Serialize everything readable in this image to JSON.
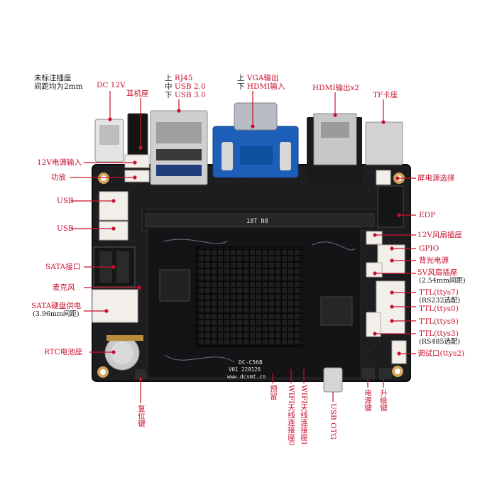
{
  "note": {
    "line1": "未标注插座",
    "line2": "间距均为2mm"
  },
  "top_labels": {
    "dc12v": "DC 12V",
    "earphone": "耳机座",
    "rj45": {
      "pos_top": "上",
      "pos_mid": "中",
      "pos_bot": "下",
      "rj45": "RJ45",
      "usb20": "USB 2.0",
      "usb30": "USB 3.0"
    },
    "vga": {
      "pos_top": "上",
      "pos_bot": "下",
      "vga": "VGA输出",
      "hdmi_in": "HDMI输入"
    },
    "hdmi_out": "HDMI输出x2",
    "tf": "TF卡座"
  },
  "left_labels": {
    "pwr12v": "12V电源输入",
    "amp": "功放",
    "usb1": "USB",
    "usb2": "USB",
    "sata": "SATA接口",
    "mic": "麦克风",
    "sata_power": "SATA硬盘供电",
    "sata_power_note": "(3.96mm间距)",
    "rtc": "RTC电池座"
  },
  "right_labels": {
    "screen_power": "屏电源选择",
    "edp": "EDP",
    "fan12v": "12V风扇插座",
    "gpio": "GPIO",
    "backlight": "背光电源",
    "fan5v": "5V风扇插座",
    "fan5v_note": "(2.54mm间距)",
    "ttl7": "TTL(ttys7)",
    "ttl7_note": "(RS232选配)",
    "ttl0": "TTL(ttys0)",
    "ttl9": "TTL(ttys9)",
    "ttl3": "TTL(ttys3)",
    "ttl3_note": "(RS485选配)",
    "debug": "调试口(ttys2)"
  },
  "bottom_labels": {
    "reset": "复位键",
    "reserved": "预留",
    "wifi0": "WIFI天线连接座0",
    "wifi1": "WIFI天线连接座1",
    "usb_otg": "USB OTG",
    "power_key": "电源键",
    "upgrade_key": "升级键"
  },
  "board_text": {
    "silk_model": "DC-C568",
    "silk_ver": "V01  220126",
    "silk_url": "www.dcsmt.cn",
    "slot": "18T N8"
  },
  "colors": {
    "board": "#1c1c1e",
    "label_red": "#c8102e",
    "vga_blue": "#1d5fb8",
    "header_white": "#f2efea",
    "heatsink": "#0d0d0d"
  }
}
